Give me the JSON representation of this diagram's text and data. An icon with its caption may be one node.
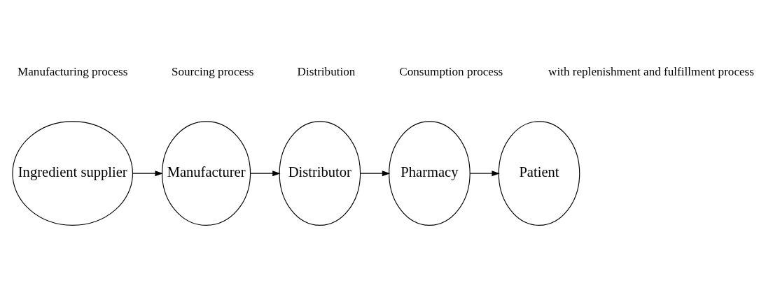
{
  "diagram": {
    "nodes": [
      {
        "text": [
          "Ingredient supplier"
        ]
      },
      {
        "text": [
          "Manufacturer"
        ]
      },
      {
        "text": [
          "Distributor"
        ]
      },
      {
        "text": [
          "Pharmacy"
        ]
      },
      {
        "text": [
          "Patient"
        ]
      }
    ],
    "edges": [
      {
        "from": 0,
        "to": 1,
        "arrow": "to"
      },
      {
        "from": 1,
        "to": 2,
        "arrow": "to"
      },
      {
        "from": 2,
        "to": 3,
        "arrow": "to"
      },
      {
        "from": 3,
        "to": 4,
        "arrow": "to"
      }
    ],
    "labels": [
      "Manufacturing process",
      "Sourcing process",
      "Distribution",
      "Consumption process",
      "with replenishment and fulfillment process"
    ]
  }
}
